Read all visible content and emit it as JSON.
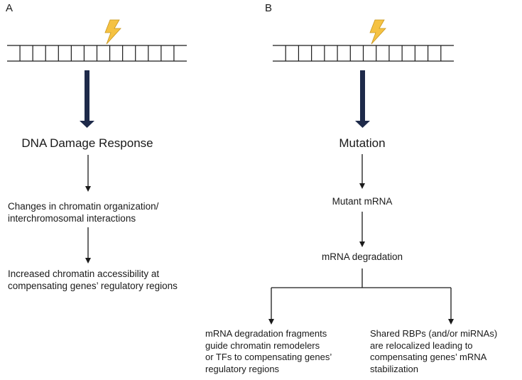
{
  "panel_a": {
    "letter": "A",
    "title": "DNA Damage Response",
    "step1": "Changes in chromatin organization/\ninterchromosomal interactions",
    "step2": "Increased chromatin accessibility at\ncompensating genes’ regulatory regions"
  },
  "panel_b": {
    "letter": "B",
    "title": "Mutation",
    "step1": "Mutant mRNA",
    "step2": "mRNA degradation",
    "branch_left": "mRNA degradation fragments\nguide chromatin remodelers\nor TFs to compensating genes’\nregulatory regions",
    "branch_right": "Shared RBPs (and/or miRNAs)\nare relocalized leading to\ncompensating genes’ mRNA\nstabilization"
  },
  "icons": [
    "lightning-bolt-icon",
    "dna-ladder-icon"
  ],
  "colors": {
    "big_arrow": "#1e2a4a",
    "bolt_fill": "#f5c242",
    "bolt_stroke": "#c8961e",
    "lines": "#1a1a1a"
  }
}
